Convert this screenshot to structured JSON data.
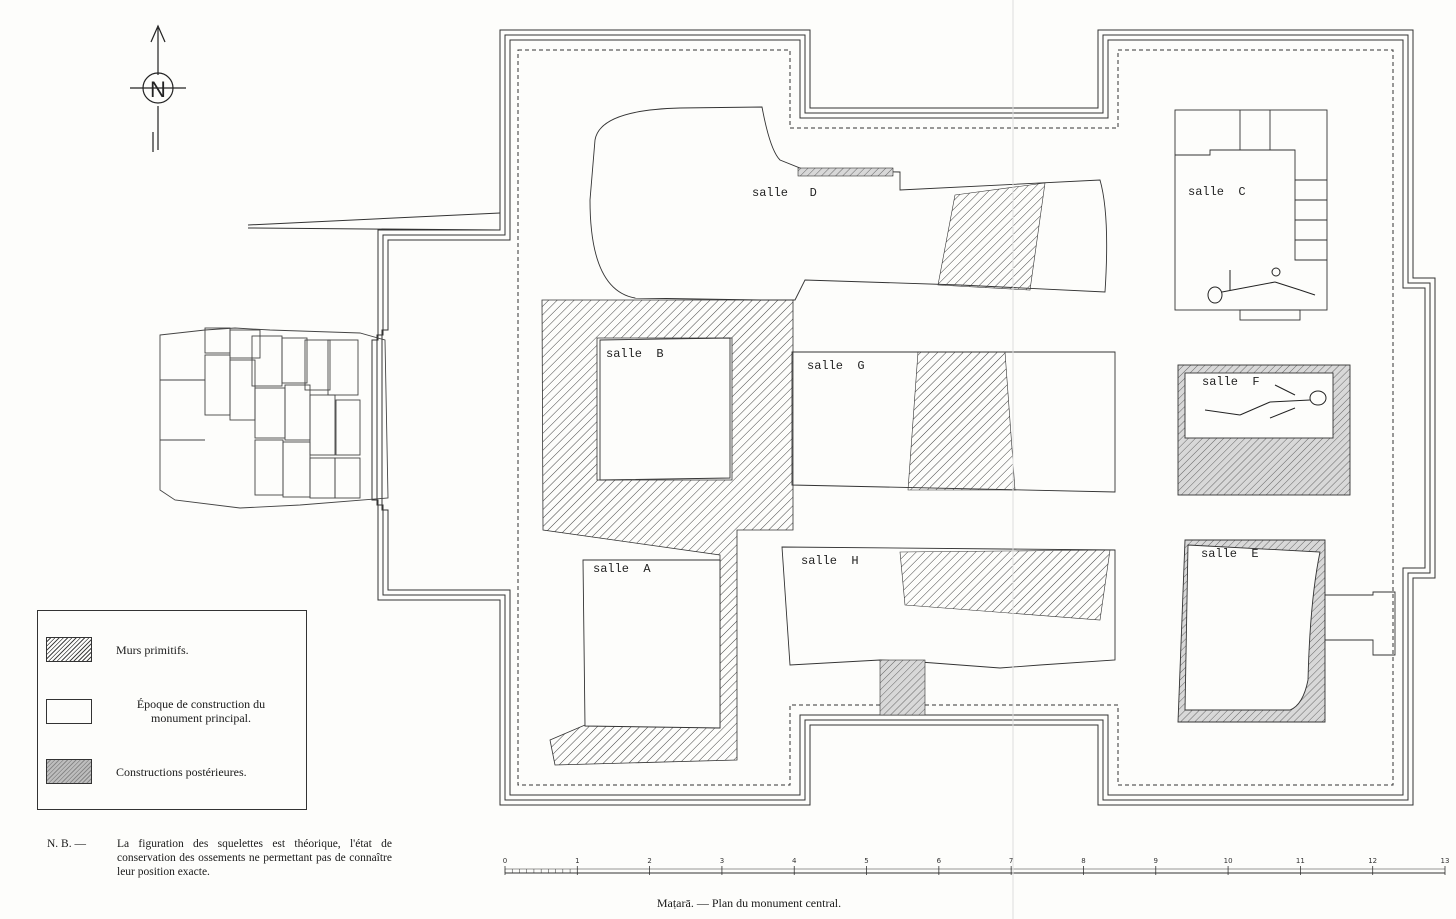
{
  "plan": {
    "rooms": [
      {
        "id": "A",
        "label": "salle  A"
      },
      {
        "id": "B",
        "label": "salle  B"
      },
      {
        "id": "C",
        "label": "salle  C"
      },
      {
        "id": "D",
        "label": "salle   D"
      },
      {
        "id": "E",
        "label": "salle  E"
      },
      {
        "id": "F",
        "label": "salle  F"
      },
      {
        "id": "G",
        "label": "salle  G"
      },
      {
        "id": "H",
        "label": "salle  H"
      }
    ],
    "compass_letter": "N"
  },
  "legend": {
    "items": [
      {
        "label": "Murs primitifs."
      },
      {
        "label": "Époque de construction du monument principal."
      },
      {
        "label": "Constructions postérieures."
      }
    ]
  },
  "note": {
    "lead": "N. B. —",
    "text": "La figuration des squelettes est théorique, l'état de conservation des ossements ne permettant pas de connaître leur position exacte."
  },
  "scale_bar": {
    "ticks": [
      "0",
      "1",
      "2",
      "3",
      "4",
      "5",
      "6",
      "7",
      "8",
      "9",
      "10",
      "11",
      "12",
      "13"
    ]
  },
  "caption": "Maṭarā. — Plan du monument central."
}
